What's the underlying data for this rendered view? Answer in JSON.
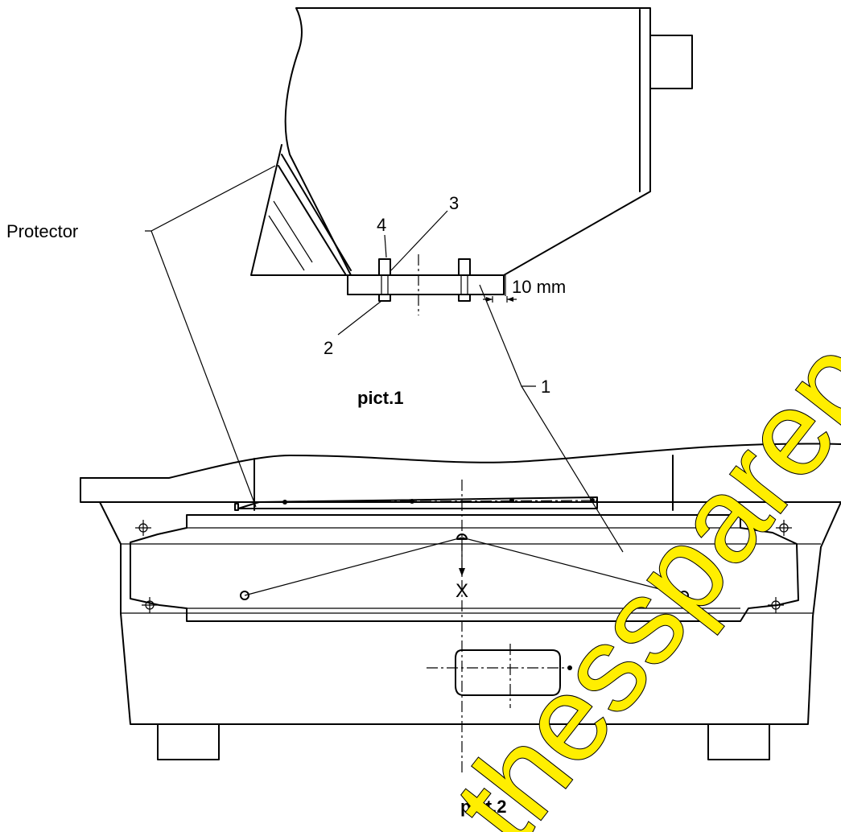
{
  "labels": {
    "protector": "Protector",
    "part_1": "1",
    "part_2": "2",
    "part_3": "3",
    "part_4": "4",
    "dimension": "10 mm",
    "pict_1": "pict.1",
    "pict_2": "pict.2",
    "x_marker": "X"
  },
  "watermark": {
    "text": "thesspareparts.com",
    "color": "#ffee00"
  }
}
